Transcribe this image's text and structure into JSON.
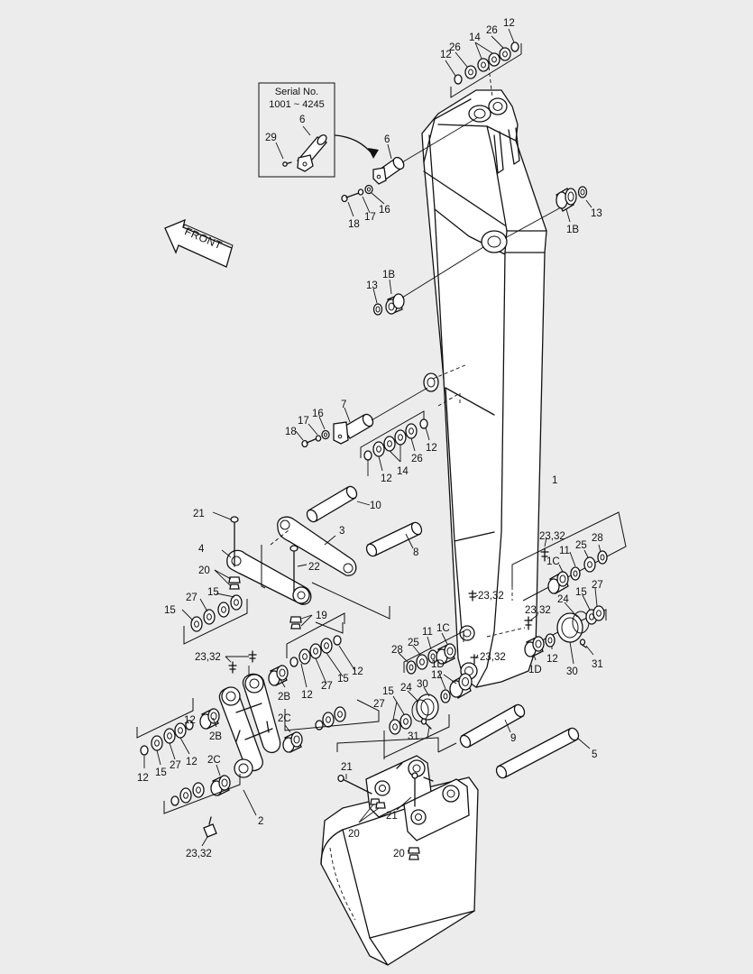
{
  "inset": {
    "title_line1": "Serial No.",
    "title_line2": "1001 ~ 4245"
  },
  "direction": {
    "label": "FRONT"
  },
  "callouts": [
    {
      "id": "c1",
      "text": "12"
    },
    {
      "id": "c2",
      "text": "26"
    },
    {
      "id": "c3",
      "text": "14"
    },
    {
      "id": "c4",
      "text": "26"
    },
    {
      "id": "c5",
      "text": "12"
    },
    {
      "id": "c6",
      "text": "6"
    },
    {
      "id": "c7",
      "text": "29"
    },
    {
      "id": "c8",
      "text": "6"
    },
    {
      "id": "c9",
      "text": "18"
    },
    {
      "id": "c10",
      "text": "17"
    },
    {
      "id": "c11",
      "text": "16"
    },
    {
      "id": "c12",
      "text": "13"
    },
    {
      "id": "c13",
      "text": "1B"
    },
    {
      "id": "c14",
      "text": "13"
    },
    {
      "id": "c15",
      "text": "1B"
    },
    {
      "id": "c16",
      "text": "7"
    },
    {
      "id": "c17",
      "text": "17"
    },
    {
      "id": "c18",
      "text": "16"
    },
    {
      "id": "c19",
      "text": "18"
    },
    {
      "id": "c20",
      "text": "12"
    },
    {
      "id": "c21",
      "text": "26"
    },
    {
      "id": "c22",
      "text": "14"
    },
    {
      "id": "c23",
      "text": "12"
    },
    {
      "id": "c24",
      "text": "1"
    },
    {
      "id": "c25",
      "text": "10"
    },
    {
      "id": "c26",
      "text": "21"
    },
    {
      "id": "c27",
      "text": "3"
    },
    {
      "id": "c28",
      "text": "8"
    },
    {
      "id": "c29",
      "text": "4"
    },
    {
      "id": "c30",
      "text": "22"
    },
    {
      "id": "c31",
      "text": "20"
    },
    {
      "id": "c32",
      "text": "23,32"
    },
    {
      "id": "c33",
      "text": "11"
    },
    {
      "id": "c34",
      "text": "25"
    },
    {
      "id": "c35",
      "text": "28"
    },
    {
      "id": "c36",
      "text": "1C"
    },
    {
      "id": "c37",
      "text": "15"
    },
    {
      "id": "c38",
      "text": "27"
    },
    {
      "id": "c39",
      "text": "15"
    },
    {
      "id": "c40",
      "text": "19"
    },
    {
      "id": "c41",
      "text": "23,32"
    },
    {
      "id": "c42",
      "text": "23,32"
    },
    {
      "id": "c43",
      "text": "24"
    },
    {
      "id": "c44",
      "text": "15"
    },
    {
      "id": "c45",
      "text": "27"
    },
    {
      "id": "c46",
      "text": "11"
    },
    {
      "id": "c47",
      "text": "1C"
    },
    {
      "id": "c48",
      "text": "25"
    },
    {
      "id": "c49",
      "text": "28"
    },
    {
      "id": "c50",
      "text": "23,32"
    },
    {
      "id": "c51",
      "text": "12"
    },
    {
      "id": "c52",
      "text": "1D"
    },
    {
      "id": "c53",
      "text": "30"
    },
    {
      "id": "c54",
      "text": "31"
    },
    {
      "id": "c55",
      "text": "23,32"
    },
    {
      "id": "c56",
      "text": "2B"
    },
    {
      "id": "c57",
      "text": "12"
    },
    {
      "id": "c58",
      "text": "27"
    },
    {
      "id": "c59",
      "text": "15"
    },
    {
      "id": "c60",
      "text": "12"
    },
    {
      "id": "c61",
      "text": "1D"
    },
    {
      "id": "c62",
      "text": "12"
    },
    {
      "id": "c63",
      "text": "15"
    },
    {
      "id": "c64",
      "text": "24"
    },
    {
      "id": "c65",
      "text": "30"
    },
    {
      "id": "c66",
      "text": "27"
    },
    {
      "id": "c67",
      "text": "31"
    },
    {
      "id": "c68",
      "text": "2C"
    },
    {
      "id": "c69",
      "text": "12"
    },
    {
      "id": "c70",
      "text": "2B"
    },
    {
      "id": "c71",
      "text": "12"
    },
    {
      "id": "c72",
      "text": "27"
    },
    {
      "id": "c73",
      "text": "15"
    },
    {
      "id": "c74",
      "text": "2C"
    },
    {
      "id": "c75",
      "text": "9"
    },
    {
      "id": "c76",
      "text": "12"
    },
    {
      "id": "c77",
      "text": "5"
    },
    {
      "id": "c78",
      "text": "21"
    },
    {
      "id": "c79",
      "text": "20"
    },
    {
      "id": "c80",
      "text": "21"
    },
    {
      "id": "c81",
      "text": "2"
    },
    {
      "id": "c82",
      "text": "23,32"
    },
    {
      "id": "c83",
      "text": "20"
    }
  ]
}
